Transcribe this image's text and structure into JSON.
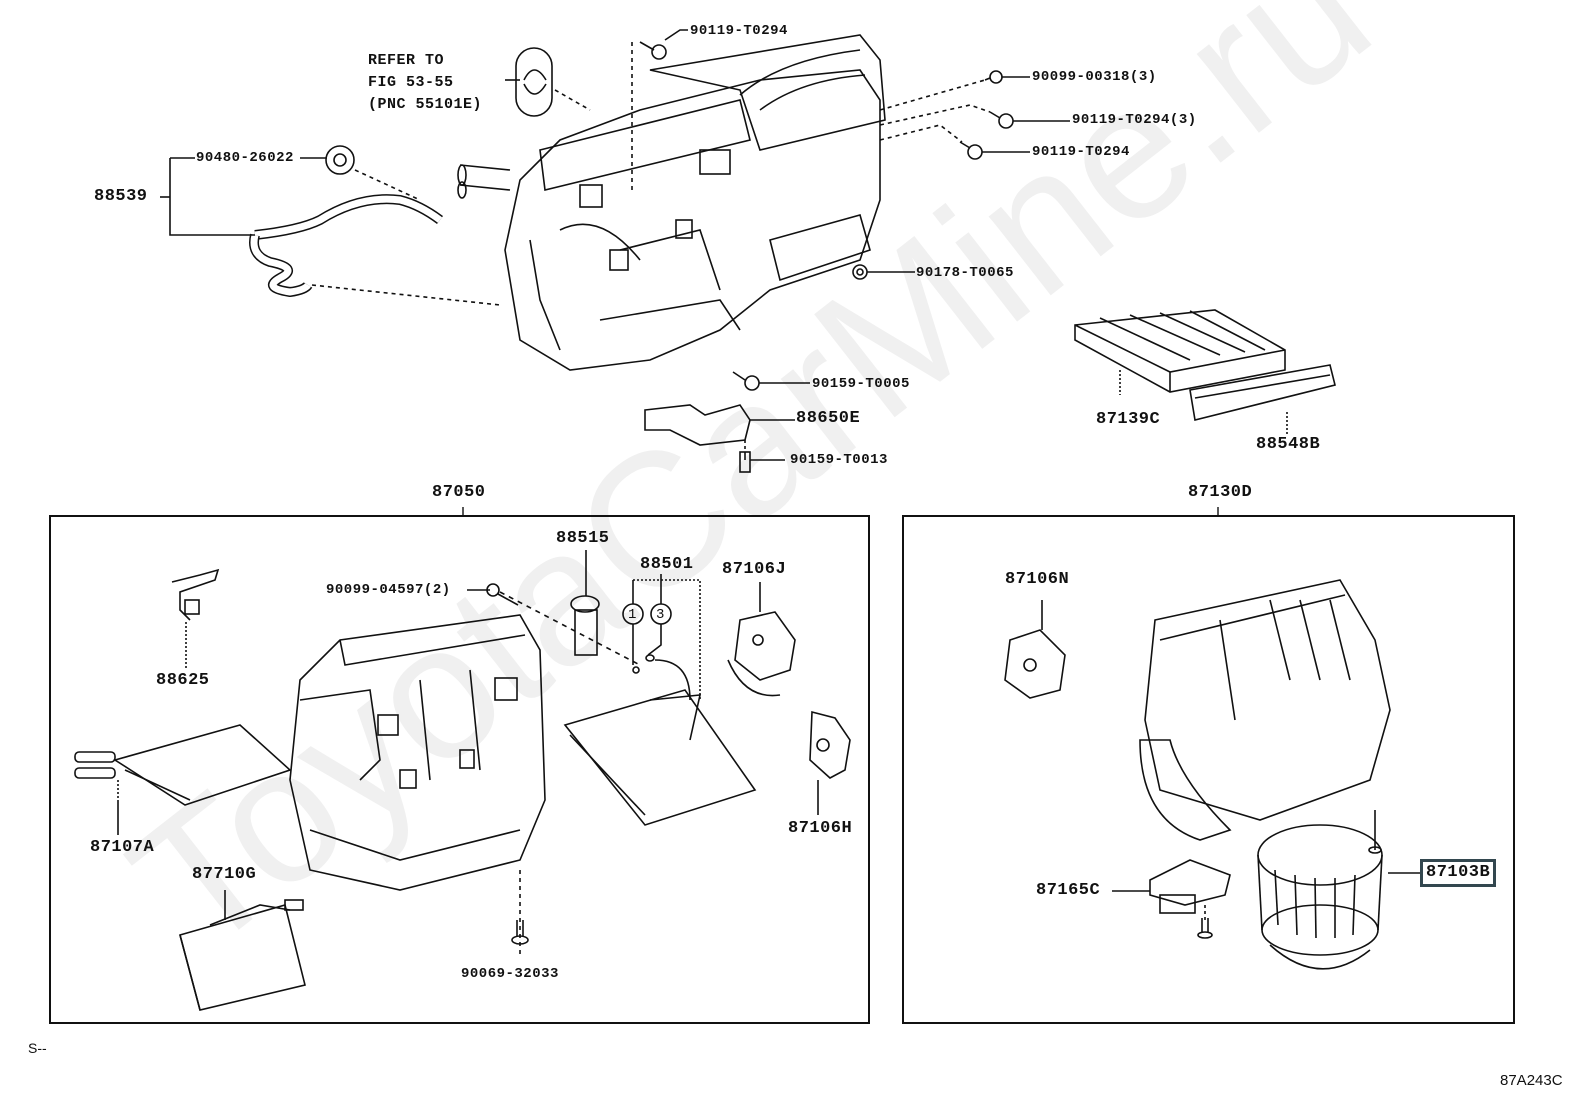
{
  "diagram": {
    "title": "Heater & Air Conditioner Unit exploded view",
    "figure_code": "87A243C",
    "footer_mark": "S--",
    "watermark": "ToyotaCarMine.ru",
    "reference_note": "REFER TO\nFIG 53-55\n(PNC 55101E)",
    "selected_part": "87103B",
    "colors": {
      "line": "#111111",
      "selected_frame": "#33474f",
      "watermark": "#efefef"
    }
  },
  "callouts": {
    "p90119_T0294_top": "90119-T0294",
    "p90099_00318": "90099-00318(3)",
    "p90119_T0294_3": "90119-T0294(3)",
    "p90119_T0294_b": "90119-T0294",
    "p90480_26022": "90480-26022",
    "p88539": "88539",
    "p90178_T0065": "90178-T0065",
    "p90159_T0005": "90159-T0005",
    "p88650E": "88650E",
    "p90159_T0013": "90159-T0013",
    "p87139C": "87139C",
    "p88548B": "88548B"
  },
  "group_left": {
    "assembly": "87050",
    "parts": {
      "p88515": "88515",
      "p88501": "88501",
      "p87106J": "87106J",
      "p90099_04597": "90099-04597(2)",
      "p88625": "88625",
      "p87107A": "87107A",
      "p87710G": "87710G",
      "p87106H": "87106H",
      "p90069_32033": "90069-32033"
    },
    "markers": [
      "1",
      "3"
    ]
  },
  "group_right": {
    "assembly": "87130D",
    "parts": {
      "p87106N": "87106N",
      "p87165C": "87165C",
      "p87103B": "87103B"
    }
  }
}
